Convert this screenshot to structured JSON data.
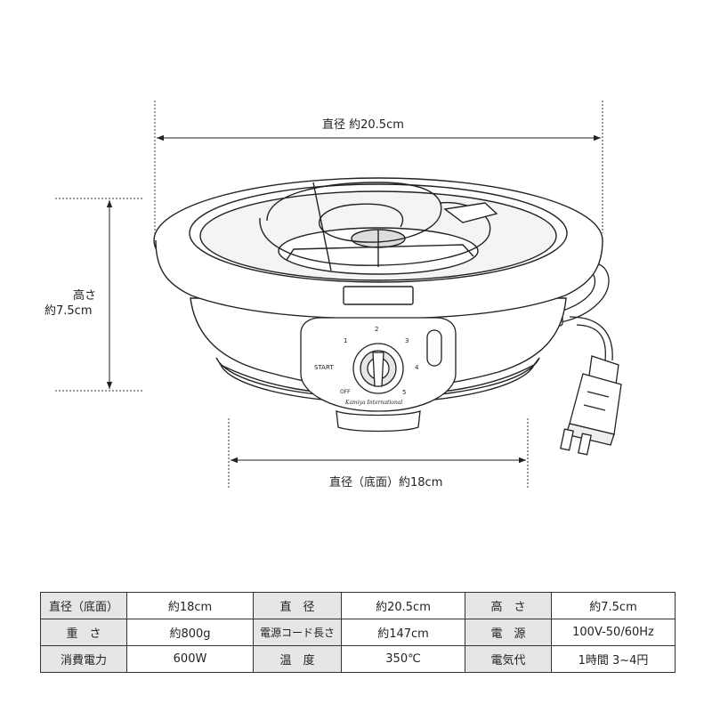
{
  "dimensions": {
    "diameter_label": "直径 約20.5cm",
    "height_label_line1": "高さ",
    "height_label_line2": "約7.5cm",
    "base_diameter_label": "直径（底面）約18cm"
  },
  "dial": {
    "marks": [
      "1",
      "2",
      "3",
      "4",
      "5",
      "START",
      "OFF"
    ],
    "brand": "Kamiya International"
  },
  "specs": {
    "rows": [
      [
        {
          "label": "直径（底面）",
          "value": "約18cm"
        },
        {
          "label": "直　径",
          "value": "約20.5cm"
        },
        {
          "label": "高　さ",
          "value": "約7.5cm"
        }
      ],
      [
        {
          "label": "重　さ",
          "value": "約800g"
        },
        {
          "label": "電源コード長さ",
          "value": "約147cm"
        },
        {
          "label": "電　源",
          "value": "100V-50/60Hz"
        }
      ],
      [
        {
          "label": "消費電力",
          "value": "600W"
        },
        {
          "label": "温　度",
          "value": "350℃"
        },
        {
          "label": "電気代",
          "value": "1時間 3~4円"
        }
      ]
    ]
  }
}
